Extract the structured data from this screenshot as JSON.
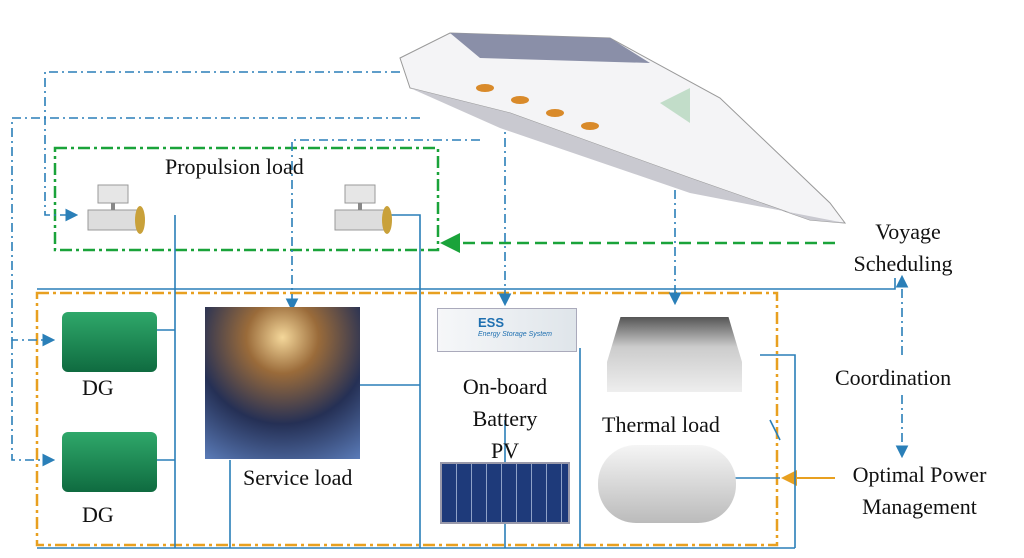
{
  "labels": {
    "propulsion_load": "Propulsion load",
    "voyage": "Voyage",
    "scheduling": "Scheduling",
    "coordination": "Coordination",
    "optimal_power": "Optimal Power",
    "management": "Management",
    "dg_top": "DG",
    "dg_bottom": "DG",
    "service_load": "Service load",
    "on_board": "On-board",
    "battery": "Battery",
    "pv": "PV",
    "thermal_load": "Thermal load",
    "ess": "ESS",
    "ess_sub": "Energy Storage System"
  },
  "colors": {
    "blue": "#2a7fb8",
    "green": "#1aa33a",
    "orange": "#e8a020"
  }
}
